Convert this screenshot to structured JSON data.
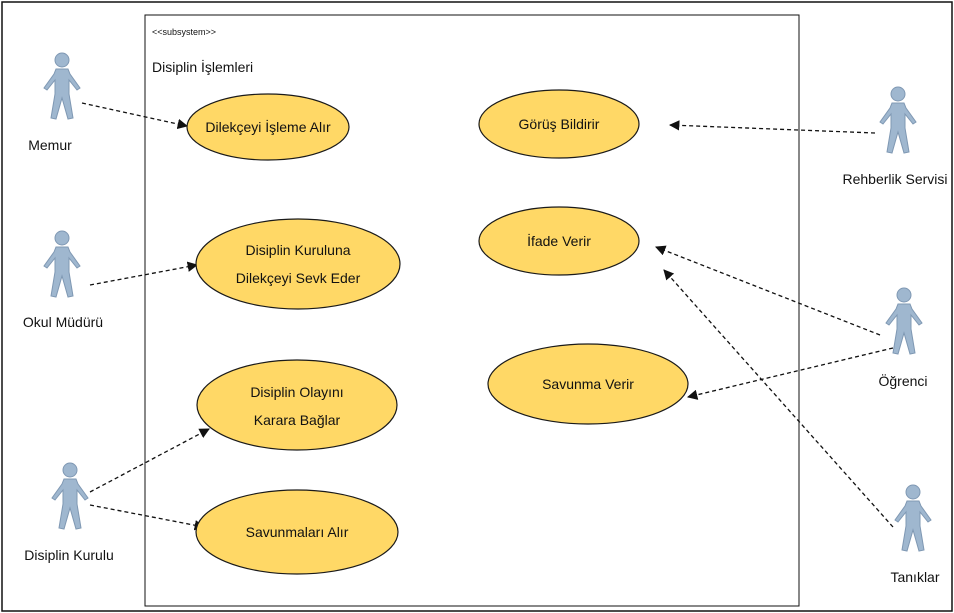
{
  "subsystem": {
    "stereotype": "<<subsystem>>",
    "name": "Disiplin İşlemleri"
  },
  "actors": [
    {
      "id": "memur",
      "name": "Memur"
    },
    {
      "id": "okul-muduru",
      "name": "Okul Müdürü"
    },
    {
      "id": "disiplin-kurulu",
      "name": "Disiplin Kurulu"
    },
    {
      "id": "rehberlik-servisi",
      "name": "Rehberlik Servisi"
    },
    {
      "id": "ogrenci",
      "name": "Öğrenci"
    },
    {
      "id": "taniklar",
      "name": "Tanıklar"
    }
  ],
  "use_cases": [
    {
      "id": "dilekceyi-isleme-alir",
      "lines": [
        "Dilekçeyi İşleme Alır"
      ]
    },
    {
      "id": "disiplin-kuruluna-sevk",
      "lines": [
        "Disiplin Kuruluna",
        "Dilekçeyi Sevk Eder"
      ]
    },
    {
      "id": "disiplin-olayini-karara-baglar",
      "lines": [
        "Disiplin Olayını",
        "Karara Bağlar"
      ]
    },
    {
      "id": "savunmalari-alir",
      "lines": [
        "Savunmaları Alır"
      ]
    },
    {
      "id": "gorus-bildirir",
      "lines": [
        "Görüş Bildirir"
      ]
    },
    {
      "id": "ifade-verir",
      "lines": [
        "İfade Verir"
      ]
    },
    {
      "id": "savunma-verir",
      "lines": [
        "Savunma Verir"
      ]
    }
  ],
  "associations": [
    {
      "from": "memur",
      "to": "dilekceyi-isleme-alir"
    },
    {
      "from": "okul-muduru",
      "to": "disiplin-kuruluna-sevk"
    },
    {
      "from": "disiplin-kurulu",
      "to": "disiplin-olayini-karara-baglar"
    },
    {
      "from": "disiplin-kurulu",
      "to": "savunmalari-alir"
    },
    {
      "from": "rehberlik-servisi",
      "to": "gorus-bildirir"
    },
    {
      "from": "ogrenci",
      "to": "ifade-verir"
    },
    {
      "from": "ogrenci",
      "to": "savunma-verir"
    },
    {
      "from": "taniklar",
      "to": "ifade-verir"
    }
  ],
  "colors": {
    "use_case_fill": "#ffd866",
    "actor": "#9fb7cf",
    "line": "#111111"
  }
}
